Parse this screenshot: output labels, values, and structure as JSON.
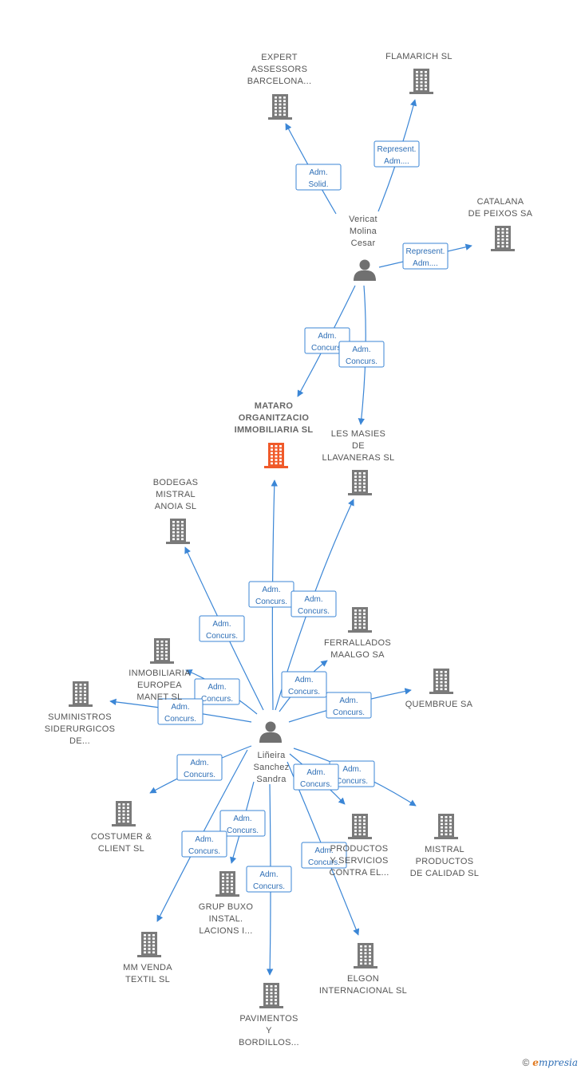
{
  "colors": {
    "company": "#7a7a7a",
    "main_company": "#f05a2a",
    "person": "#707070",
    "edge": "#3b86d6"
  },
  "nodes": [
    {
      "id": "mataro",
      "type": "company",
      "main": true,
      "label": [
        "MATARO",
        "ORGANITZACIO",
        "IMMOBILIARIA SL"
      ]
    },
    {
      "id": "expert",
      "type": "company",
      "label": [
        "EXPERT",
        "ASSESSORS",
        "BARCELONA..."
      ]
    },
    {
      "id": "flamarich",
      "type": "company",
      "label": [
        "FLAMARICH SL"
      ]
    },
    {
      "id": "catalana",
      "type": "company",
      "label": [
        "CATALANA",
        "DE PEIXOS SA"
      ]
    },
    {
      "id": "vericat",
      "type": "person",
      "label": [
        "Vericat",
        "Molina",
        "Cesar"
      ]
    },
    {
      "id": "masies",
      "type": "company",
      "label": [
        "LES MASIES",
        "DE",
        "LLAVANERAS SL"
      ]
    },
    {
      "id": "bodegas",
      "type": "company",
      "label": [
        "BODEGAS",
        "MISTRAL",
        "ANOIA SL"
      ]
    },
    {
      "id": "ferrallados",
      "type": "company",
      "label": [
        "FERRALLADOS",
        "MAALGO SA"
      ]
    },
    {
      "id": "inmobiliaria",
      "type": "company",
      "label": [
        "INMOBILIARIA",
        "EUROPEA",
        "MANET SL"
      ]
    },
    {
      "id": "suministros",
      "type": "company",
      "label": [
        "SUMINISTROS",
        "SIDERURGICOS",
        "DE..."
      ]
    },
    {
      "id": "quembrue",
      "type": "company",
      "label": [
        "QUEMBRUE SA"
      ]
    },
    {
      "id": "lineira",
      "type": "person",
      "label": [
        "Liñeira",
        "Sanchez",
        "Sandra"
      ]
    },
    {
      "id": "costumer",
      "type": "company",
      "label": [
        "COSTUMER &",
        "CLIENT SL"
      ]
    },
    {
      "id": "productos",
      "type": "company",
      "label": [
        "PRODUCTOS",
        "Y SERVICIOS",
        "CONTRA EL..."
      ]
    },
    {
      "id": "mistral",
      "type": "company",
      "label": [
        "MISTRAL",
        "PRODUCTOS",
        "DE CALIDAD SL"
      ]
    },
    {
      "id": "grup",
      "type": "company",
      "label": [
        "GRUP BUXO",
        "INSTAL.",
        "LACIONS I..."
      ]
    },
    {
      "id": "mmvenda",
      "type": "company",
      "label": [
        "MM VENDA",
        "TEXTIL SL"
      ]
    },
    {
      "id": "elgon",
      "type": "company",
      "label": [
        "ELGON",
        "INTERNACIONAL SL"
      ]
    },
    {
      "id": "pavimentos",
      "type": "company",
      "label": [
        "PAVIMENTOS",
        "Y",
        "BORDILLOS..."
      ]
    }
  ],
  "edges": [
    {
      "from": "vericat",
      "to": "expert",
      "label": [
        "Adm.",
        "Solid."
      ]
    },
    {
      "from": "vericat",
      "to": "flamarich",
      "label": [
        "Represent.",
        "Adm...."
      ]
    },
    {
      "from": "vericat",
      "to": "catalana",
      "label": [
        "Represent.",
        "Adm...."
      ]
    },
    {
      "from": "vericat",
      "to": "mataro",
      "label": [
        "Adm.",
        "Concurs."
      ]
    },
    {
      "from": "vericat",
      "to": "masies",
      "label": [
        "Adm.",
        "Concurs."
      ]
    },
    {
      "from": "lineira",
      "to": "mataro",
      "label": [
        "Adm.",
        "Concurs."
      ]
    },
    {
      "from": "lineira",
      "to": "masies",
      "label": [
        "Adm.",
        "Concurs."
      ]
    },
    {
      "from": "lineira",
      "to": "bodegas",
      "label": [
        "Adm.",
        "Concurs."
      ]
    },
    {
      "from": "lineira",
      "to": "ferrallados",
      "label": [
        "Adm.",
        "Concurs."
      ]
    },
    {
      "from": "lineira",
      "to": "inmobiliaria",
      "label": [
        "Adm.",
        "Concurs."
      ]
    },
    {
      "from": "lineira",
      "to": "suministros",
      "label": [
        "Adm.",
        "Concurs."
      ]
    },
    {
      "from": "lineira",
      "to": "quembrue",
      "label": [
        "Adm.",
        "Concurs."
      ]
    },
    {
      "from": "lineira",
      "to": "costumer",
      "label": [
        "Adm.",
        "Concurs."
      ]
    },
    {
      "from": "lineira",
      "to": "mistral",
      "label": [
        "Adm.",
        "Concurs."
      ]
    },
    {
      "from": "lineira",
      "to": "productos",
      "label": [
        "Adm.",
        "Concurs."
      ]
    },
    {
      "from": "lineira",
      "to": "grup",
      "label": [
        "Adm.",
        "Concurs."
      ]
    },
    {
      "from": "lineira",
      "to": "mmvenda",
      "label": [
        "Adm.",
        "Concurs."
      ]
    },
    {
      "from": "lineira",
      "to": "elgon",
      "label": [
        "Adm.",
        "Concurs."
      ]
    },
    {
      "from": "lineira",
      "to": "pavimentos",
      "label": [
        "Adm.",
        "Concurs."
      ]
    }
  ],
  "footer": {
    "copyright": "©",
    "brand_initial": "e",
    "brand_rest": "mpresia"
  }
}
